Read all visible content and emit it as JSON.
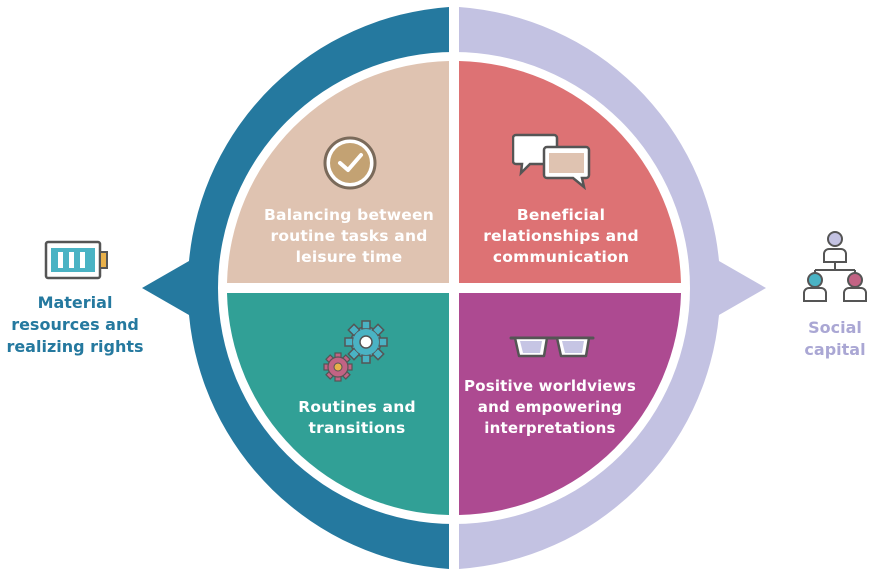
{
  "colors": {
    "left_ring": "#25799f",
    "right_ring": "#c3c2e2",
    "q_top_left": "#dfc3b1",
    "q_top_right": "#dd7274",
    "q_bottom_left": "#31a096",
    "q_bottom_right": "#ad4a91",
    "left_label": "#25799f",
    "right_label": "#aaa7d4"
  },
  "quadrants": {
    "top_left": {
      "lines": [
        "Balancing between",
        "routine tasks and",
        "leisure time"
      ],
      "icon": "clock-icon"
    },
    "top_right": {
      "lines": [
        "Beneficial",
        "relationships and",
        "communication"
      ],
      "icon": "speech-bubbles-icon"
    },
    "bottom_left": {
      "lines": [
        "Routines and",
        "transitions"
      ],
      "icon": "gears-icon"
    },
    "bottom_right": {
      "lines": [
        "Positive worldviews",
        "and empowering",
        "interpretations"
      ],
      "icon": "glasses-icon"
    }
  },
  "left_side": {
    "lines": [
      "Material",
      "resources and",
      "realizing rights"
    ],
    "icon": "battery-icon"
  },
  "right_side": {
    "lines": [
      "Social",
      "capital"
    ],
    "icon": "people-network-icon"
  }
}
